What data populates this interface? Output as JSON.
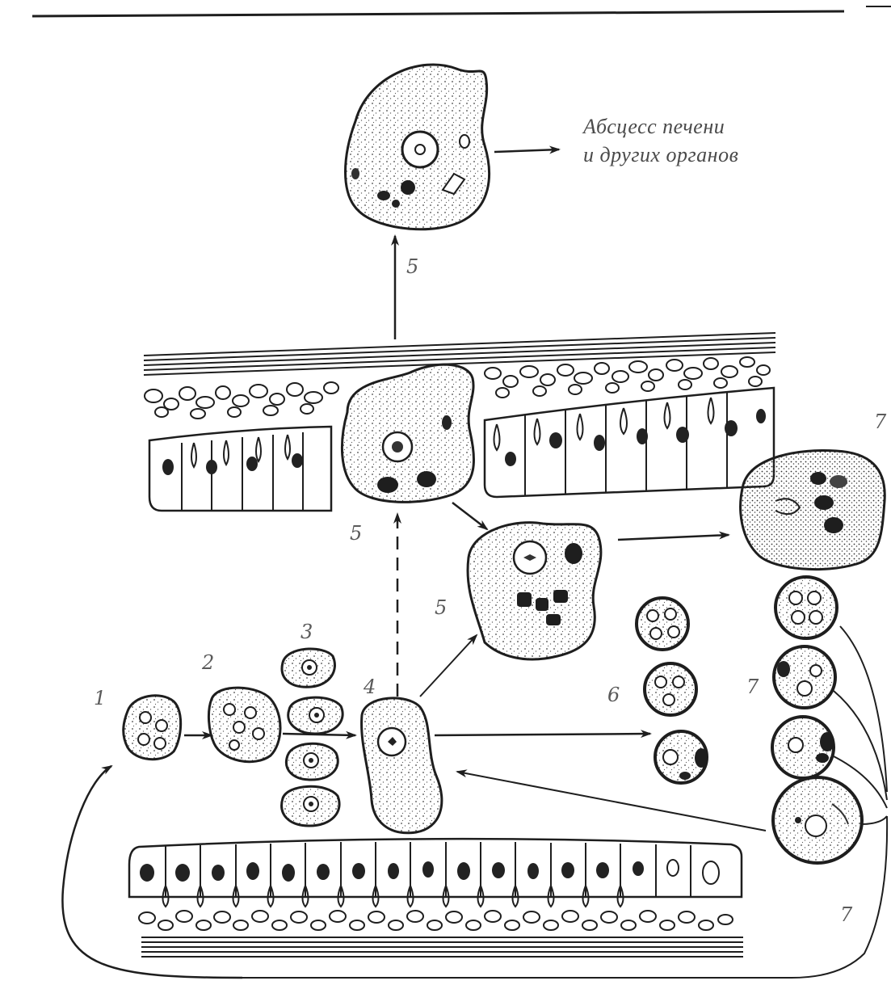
{
  "caption": {
    "line1": "Абсцесс печени",
    "line2": "и других органов"
  },
  "labels": {
    "l1": "1",
    "l2": "2",
    "l3": "3",
    "l4": "4",
    "l5_top": "5",
    "l5_mid": "5",
    "l5_low": "5",
    "l6": "6",
    "l7_top": "7",
    "l7_mid": "7",
    "l7_bottom": "7"
  },
  "colors": {
    "ink": "#1e1e1e",
    "label": "#5a5a5a",
    "paper": "#ffffff"
  }
}
